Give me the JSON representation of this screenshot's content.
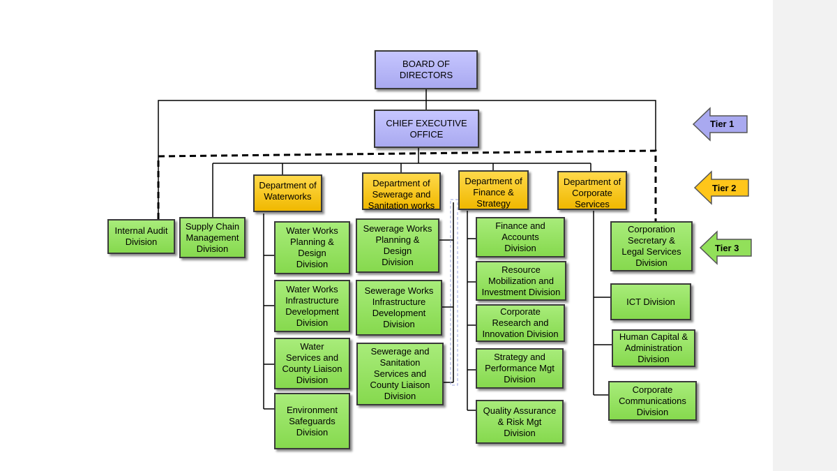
{
  "colors": {
    "tier1_fill": "#b0b0f5",
    "tier2_fill": "#ffc61a",
    "tier3_fill": "#92e05a",
    "line": "#000000"
  },
  "board": {
    "label": "BOARD OF\nDIRECTORS"
  },
  "ceo": {
    "label": "CHIEF EXECUTIVE\nOFFICE"
  },
  "direct_divisions": {
    "internal_audit": "Internal Audit\nDivision",
    "supply_chain": "Supply Chain\nManagement\nDivision",
    "corporation_secretary": "Corporation\nSecretary &\nLegal Services\nDivision"
  },
  "departments": {
    "waterworks": {
      "label": "Department of\nWaterworks",
      "divisions": [
        "Water Works\nPlanning &\nDesign\nDivision",
        "Water Works\nInfrastructure\nDevelopment\nDivision",
        "Water\nServices and\nCounty Liaison\nDivision",
        "Environment\nSafeguards\nDivision"
      ]
    },
    "sewerage": {
      "label": "Department of\nSewerage and\nSanitation works",
      "divisions": [
        "Sewerage Works\nPlanning &\nDesign\nDivision",
        "Sewerage Works\nInfrastructure\nDevelopment\nDivision",
        "Sewerage and\nSanitation\nServices and\nCounty Liaison\nDivision"
      ]
    },
    "finance": {
      "label": "Department of\nFinance &\nStrategy",
      "divisions": [
        "Finance and\nAccounts\nDivision",
        "Resource\nMobilization and\nInvestment Division",
        "Corporate\nResearch and\nInnovation Division",
        "Strategy and\nPerformance Mgt\nDivision",
        "Quality Assurance\n& Risk Mgt\nDivision"
      ]
    },
    "corporate": {
      "label": "Department of\nCorporate\nServices",
      "divisions": [
        "ICT Division",
        "Human Capital &\nAdministration\nDivision",
        "Corporate\nCommunications\nDivision"
      ]
    }
  },
  "tiers": [
    {
      "label": "Tier 1",
      "color": "#a9a9f0"
    },
    {
      "label": "Tier 2",
      "color": "#ffc61a"
    },
    {
      "label": "Tier 3",
      "color": "#92e05a"
    }
  ]
}
